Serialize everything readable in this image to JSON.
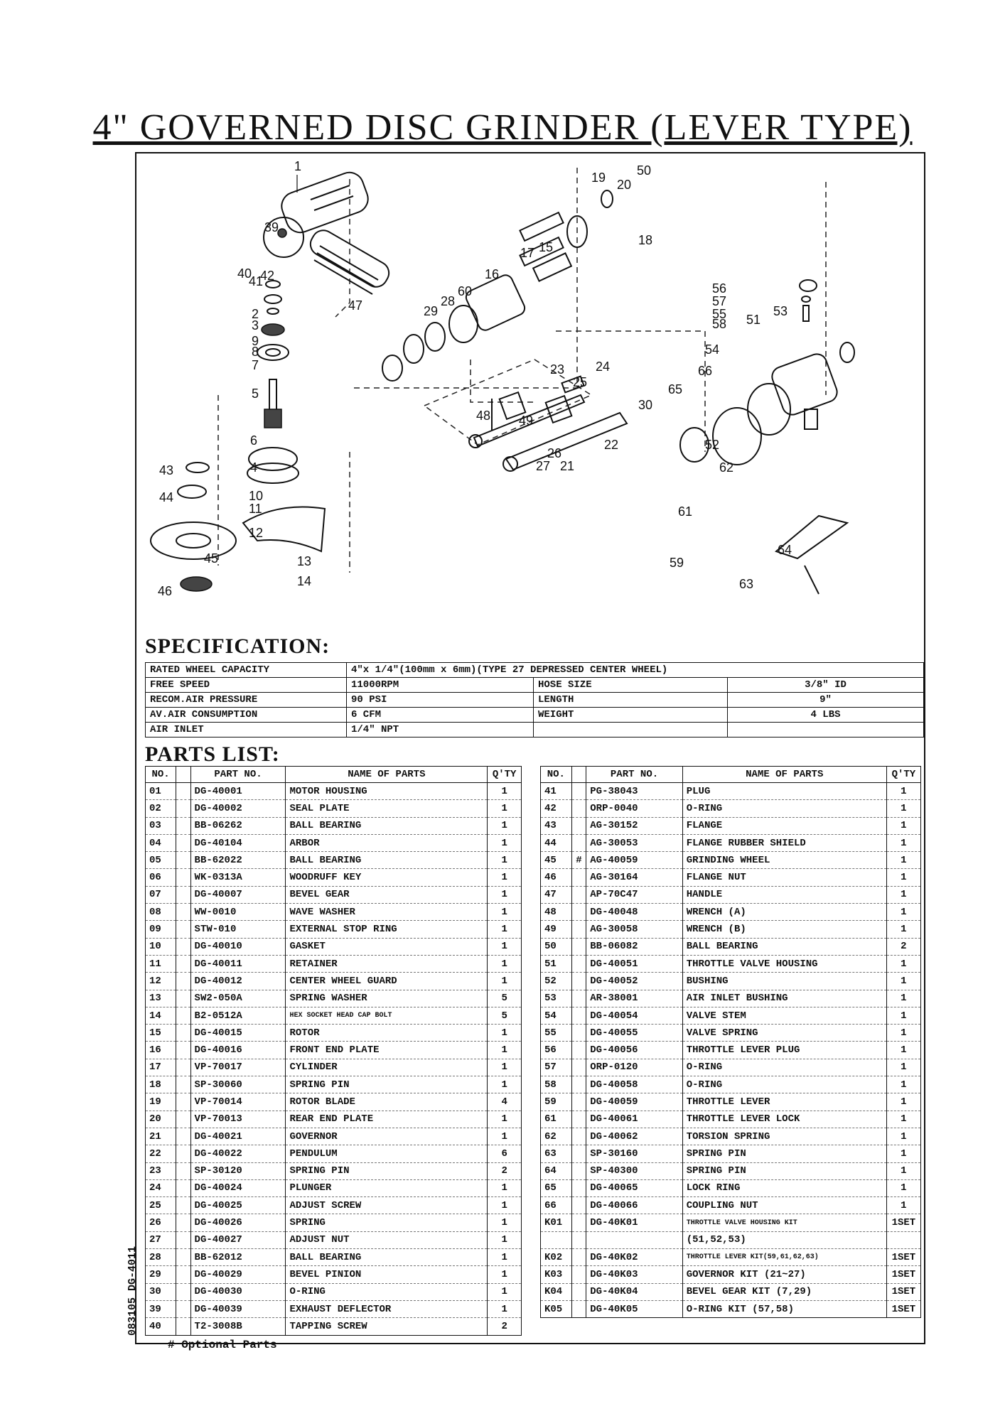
{
  "title": "4\" GOVERNED DISC GRINDER (LEVER TYPE)",
  "diagram": {
    "callouts": [
      "1",
      "2",
      "3",
      "5",
      "6",
      "7",
      "8",
      "9",
      "10",
      "11",
      "12",
      "13",
      "14",
      "15",
      "16",
      "17",
      "19",
      "20",
      "18",
      "21",
      "22",
      "23",
      "24",
      "25",
      "26",
      "27",
      "28",
      "29",
      "30",
      "39",
      "40",
      "41",
      "42",
      "43",
      "44",
      "45",
      "46",
      "47",
      "48",
      "49",
      "50",
      "51",
      "52",
      "53",
      "54",
      "55",
      "56",
      "57",
      "58",
      "59",
      "60",
      "61",
      "62",
      "63",
      "64",
      "65",
      "66",
      "4"
    ]
  },
  "specification": {
    "heading": "SPECIFICATION:",
    "rated_wheel_label": "RATED WHEEL CAPACITY",
    "rated_wheel_value": "4\"x 1/4\"(100mm x 6mm)(TYPE 27 DEPRESSED CENTER WHEEL)",
    "free_speed_label": "FREE SPEED",
    "free_speed_value": "11000RPM",
    "hose_size_label": "HOSE SIZE",
    "hose_size_value": "3/8\" ID",
    "air_pressure_label": "RECOM.AIR PRESSURE",
    "air_pressure_value": "90 PSI",
    "length_label": "LENGTH",
    "length_value": "9\"",
    "air_consumption_label": "AV.AIR CONSUMPTION",
    "air_consumption_value": "6 CFM",
    "weight_label": "WEIGHT",
    "weight_value": "4 LBS",
    "air_inlet_label": "AIR INLET",
    "air_inlet_value": "1/4\" NPT"
  },
  "parts_list": {
    "heading": "PARTS LIST:",
    "headers": {
      "no": "NO.",
      "part_no": "PART NO.",
      "name": "NAME OF PARTS",
      "qty": "Q'TY"
    },
    "left": [
      {
        "no": "01",
        "mark": "",
        "part": "DG-40001",
        "name": "MOTOR HOUSING",
        "qty": "1"
      },
      {
        "no": "02",
        "mark": "",
        "part": "DG-40002",
        "name": "SEAL PLATE",
        "qty": "1"
      },
      {
        "no": "03",
        "mark": "",
        "part": "BB-06262",
        "name": "BALL BEARING",
        "qty": "1"
      },
      {
        "no": "04",
        "mark": "",
        "part": "DG-40104",
        "name": "ARBOR",
        "qty": "1"
      },
      {
        "no": "05",
        "mark": "",
        "part": "BB-62022",
        "name": "BALL BEARING",
        "qty": "1"
      },
      {
        "no": "06",
        "mark": "",
        "part": "WK-0313A",
        "name": "WOODRUFF KEY",
        "qty": "1"
      },
      {
        "no": "07",
        "mark": "",
        "part": "DG-40007",
        "name": "BEVEL GEAR",
        "qty": "1"
      },
      {
        "no": "08",
        "mark": "",
        "part": "WW-0010",
        "name": "WAVE WASHER",
        "qty": "1"
      },
      {
        "no": "09",
        "mark": "",
        "part": "STW-010",
        "name": "EXTERNAL STOP RING",
        "qty": "1"
      },
      {
        "no": "10",
        "mark": "",
        "part": "DG-40010",
        "name": "GASKET",
        "qty": "1"
      },
      {
        "no": "11",
        "mark": "",
        "part": "DG-40011",
        "name": "RETAINER",
        "qty": "1"
      },
      {
        "no": "12",
        "mark": "",
        "part": "DG-40012",
        "name": "CENTER WHEEL GUARD",
        "qty": "1"
      },
      {
        "no": "13",
        "mark": "",
        "part": "SW2-050A",
        "name": "SPRING WASHER",
        "qty": "5"
      },
      {
        "no": "14",
        "mark": "",
        "part": "B2-0512A",
        "name": "HEX SOCKET HEAD CAP BOLT",
        "qty": "5",
        "small": true
      },
      {
        "no": "15",
        "mark": "",
        "part": "DG-40015",
        "name": "ROTOR",
        "qty": "1"
      },
      {
        "no": "16",
        "mark": "",
        "part": "DG-40016",
        "name": "FRONT END PLATE",
        "qty": "1"
      },
      {
        "no": "17",
        "mark": "",
        "part": "VP-70017",
        "name": "CYLINDER",
        "qty": "1"
      },
      {
        "no": "18",
        "mark": "",
        "part": "SP-30060",
        "name": "SPRING PIN",
        "qty": "1"
      },
      {
        "no": "19",
        "mark": "",
        "part": "VP-70014",
        "name": "ROTOR BLADE",
        "qty": "4"
      },
      {
        "no": "20",
        "mark": "",
        "part": "VP-70013",
        "name": "REAR END PLATE",
        "qty": "1"
      },
      {
        "no": "21",
        "mark": "",
        "part": "DG-40021",
        "name": "GOVERNOR",
        "qty": "1"
      },
      {
        "no": "22",
        "mark": "",
        "part": "DG-40022",
        "name": "PENDULUM",
        "qty": "6"
      },
      {
        "no": "23",
        "mark": "",
        "part": "SP-30120",
        "name": "SPRING PIN",
        "qty": "2"
      },
      {
        "no": "24",
        "mark": "",
        "part": "DG-40024",
        "name": "PLUNGER",
        "qty": "1"
      },
      {
        "no": "25",
        "mark": "",
        "part": "DG-40025",
        "name": "ADJUST SCREW",
        "qty": "1"
      },
      {
        "no": "26",
        "mark": "",
        "part": "DG-40026",
        "name": "SPRING",
        "qty": "1"
      },
      {
        "no": "27",
        "mark": "",
        "part": "DG-40027",
        "name": "ADJUST NUT",
        "qty": "1"
      },
      {
        "no": "28",
        "mark": "",
        "part": "BB-62012",
        "name": "BALL BEARING",
        "qty": "1"
      },
      {
        "no": "29",
        "mark": "",
        "part": "DG-40029",
        "name": "BEVEL PINION",
        "qty": "1"
      },
      {
        "no": "30",
        "mark": "",
        "part": "DG-40030",
        "name": "O-RING",
        "qty": "1"
      },
      {
        "no": "39",
        "mark": "",
        "part": "DG-40039",
        "name": "EXHAUST DEFLECTOR",
        "qty": "1"
      },
      {
        "no": "40",
        "mark": "",
        "part": "T2-3008B",
        "name": "TAPPING SCREW",
        "qty": "2"
      }
    ],
    "right": [
      {
        "no": "41",
        "mark": "",
        "part": "PG-38043",
        "name": "PLUG",
        "qty": "1"
      },
      {
        "no": "42",
        "mark": "",
        "part": "ORP-0040",
        "name": "O-RING",
        "qty": "1"
      },
      {
        "no": "43",
        "mark": "",
        "part": "AG-30152",
        "name": "FLANGE",
        "qty": "1"
      },
      {
        "no": "44",
        "mark": "",
        "part": "AG-30053",
        "name": "FLANGE RUBBER SHIELD",
        "qty": "1"
      },
      {
        "no": "45",
        "mark": "#",
        "part": "AG-40059",
        "name": "GRINDING WHEEL",
        "qty": "1"
      },
      {
        "no": "46",
        "mark": "",
        "part": "AG-30164",
        "name": "FLANGE NUT",
        "qty": "1"
      },
      {
        "no": "47",
        "mark": "",
        "part": "AP-70C47",
        "name": "HANDLE",
        "qty": "1"
      },
      {
        "no": "48",
        "mark": "",
        "part": "DG-40048",
        "name": "WRENCH (A)",
        "qty": "1"
      },
      {
        "no": "49",
        "mark": "",
        "part": "AG-30058",
        "name": "WRENCH (B)",
        "qty": "1"
      },
      {
        "no": "50",
        "mark": "",
        "part": "BB-06082",
        "name": "BALL BEARING",
        "qty": "2"
      },
      {
        "no": "51",
        "mark": "",
        "part": "DG-40051",
        "name": "THROTTLE VALVE HOUSING",
        "qty": "1"
      },
      {
        "no": "52",
        "mark": "",
        "part": "DG-40052",
        "name": "BUSHING",
        "qty": "1"
      },
      {
        "no": "53",
        "mark": "",
        "part": "AR-38001",
        "name": "AIR INLET BUSHING",
        "qty": "1"
      },
      {
        "no": "54",
        "mark": "",
        "part": "DG-40054",
        "name": "VALVE STEM",
        "qty": "1"
      },
      {
        "no": "55",
        "mark": "",
        "part": "DG-40055",
        "name": "VALVE SPRING",
        "qty": "1"
      },
      {
        "no": "56",
        "mark": "",
        "part": "DG-40056",
        "name": "THROTTLE LEVER PLUG",
        "qty": "1"
      },
      {
        "no": "57",
        "mark": "",
        "part": "ORP-0120",
        "name": "O-RING",
        "qty": "1"
      },
      {
        "no": "58",
        "mark": "",
        "part": "DG-40058",
        "name": "O-RING",
        "qty": "1"
      },
      {
        "no": "59",
        "mark": "",
        "part": "DG-40059",
        "name": "THROTTLE LEVER",
        "qty": "1"
      },
      {
        "no": "61",
        "mark": "",
        "part": "DG-40061",
        "name": "THROTTLE LEVER LOCK",
        "qty": "1"
      },
      {
        "no": "62",
        "mark": "",
        "part": "DG-40062",
        "name": "TORSION SPRING",
        "qty": "1"
      },
      {
        "no": "63",
        "mark": "",
        "part": "SP-30160",
        "name": "SPRING PIN",
        "qty": "1"
      },
      {
        "no": "64",
        "mark": "",
        "part": "SP-40300",
        "name": "SPRING PIN",
        "qty": "1"
      },
      {
        "no": "65",
        "mark": "",
        "part": "DG-40065",
        "name": "LOCK RING",
        "qty": "1"
      },
      {
        "no": "66",
        "mark": "",
        "part": "DG-40066",
        "name": "COUPLING NUT",
        "qty": "1"
      },
      {
        "no": "K01",
        "mark": "",
        "part": "DG-40K01",
        "name": "THROTTLE VALVE HOUSING KIT",
        "qty": "1SET",
        "small": true
      },
      {
        "no": "",
        "mark": "",
        "part": "",
        "name": "(51,52,53)",
        "qty": ""
      },
      {
        "no": "K02",
        "mark": "",
        "part": "DG-40K02",
        "name": "THROTTLE LEVER KIT(59,61,62,63)",
        "qty": "1SET",
        "small": true
      },
      {
        "no": "K03",
        "mark": "",
        "part": "DG-40K03",
        "name": "GOVERNOR KIT (21~27)",
        "qty": "1SET"
      },
      {
        "no": "K04",
        "mark": "",
        "part": "DG-40K04",
        "name": "BEVEL GEAR KIT (7,29)",
        "qty": "1SET"
      },
      {
        "no": "K05",
        "mark": "",
        "part": "DG-40K05",
        "name": "O-RING KIT (57,58)",
        "qty": "1SET"
      }
    ]
  },
  "footnote": "# Optional Parts",
  "side_code": "083105 DG-4011"
}
